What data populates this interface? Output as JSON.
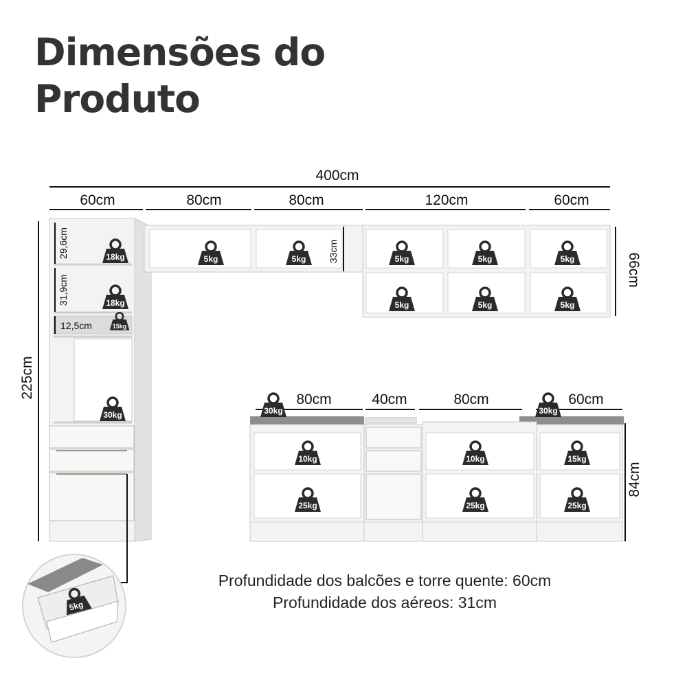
{
  "header": {
    "title": "Dimensões do Produto"
  },
  "dimensions": {
    "total_width": "400cm",
    "upper_widths": [
      "60cm",
      "80cm",
      "80cm",
      "120cm",
      "60cm"
    ],
    "lower_widths": [
      "80cm",
      "40cm",
      "80cm",
      "60cm"
    ],
    "tower_height": "225cm",
    "upper_height": "66cm",
    "base_height": "84cm",
    "niche_heights": [
      "29,6cm",
      "31,9cm",
      "12,5cm"
    ],
    "upper_shelf_height": "33cm"
  },
  "weights": {
    "tower": [
      "18kg",
      "18kg",
      "15kg",
      "30kg"
    ],
    "upper_row_top": [
      "5kg",
      "5kg",
      "5kg",
      "5kg",
      "5kg"
    ],
    "upper_row_bottom": [
      "5kg",
      "5kg",
      "5kg"
    ],
    "countertop": [
      "30kg",
      "30kg"
    ],
    "base_top": [
      "10kg",
      "10kg",
      "15kg"
    ],
    "base_bottom": [
      "25kg",
      "25kg",
      "25kg"
    ],
    "drawer_detail": "5kg"
  },
  "notes": {
    "depth_base": "Profundidade dos balcões e torre quente: 60cm",
    "depth_upper": "Profundidade dos aéreos: 31cm"
  },
  "colors": {
    "cabinet": "#f3f3f3",
    "edge": "#c8c8c8",
    "countertop": "#8e8e8e",
    "weight_icon": "#2b2b2b"
  }
}
